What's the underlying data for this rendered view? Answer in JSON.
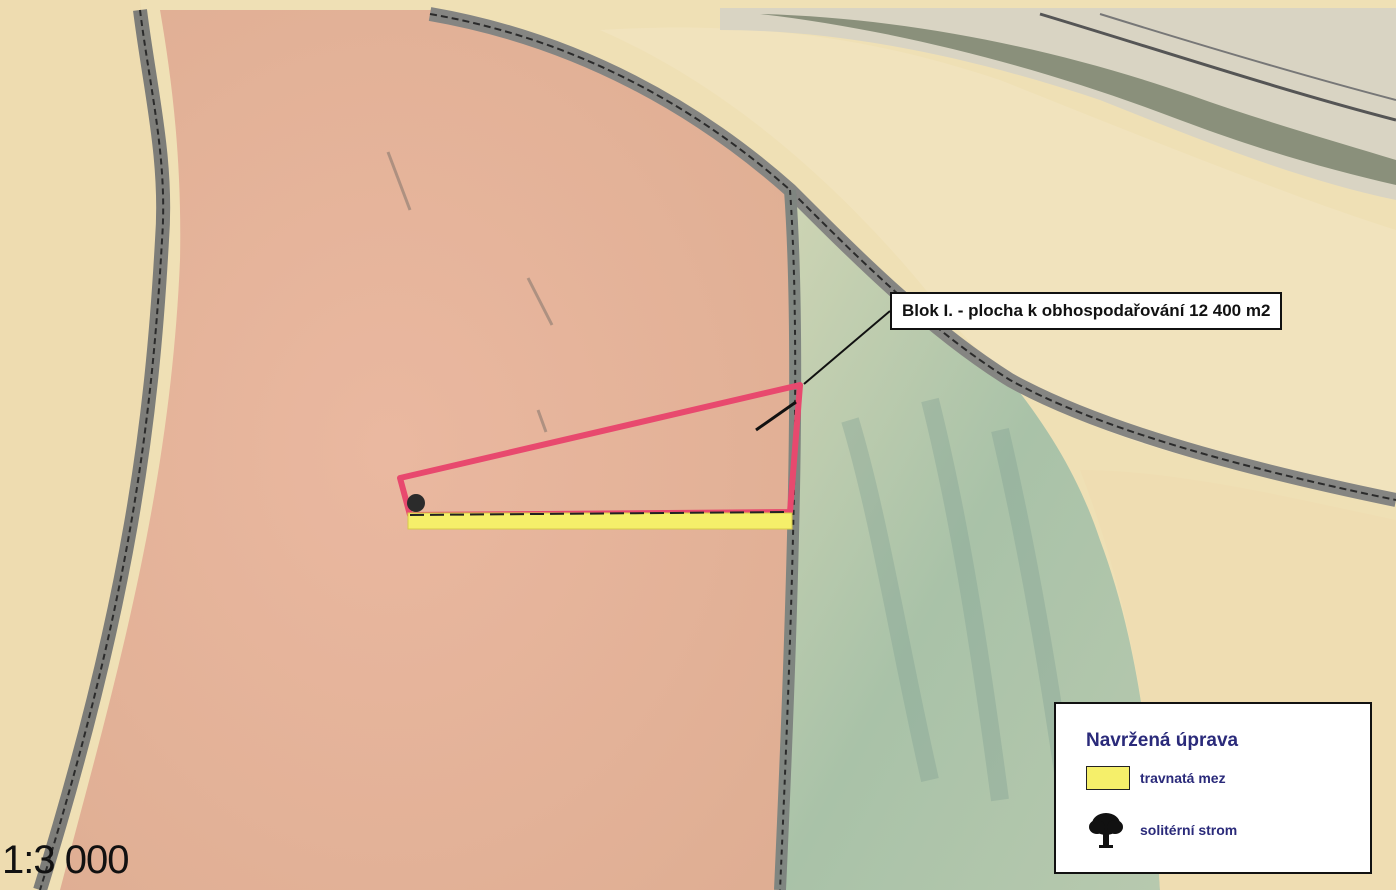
{
  "map": {
    "scale_text": "1:3 000",
    "callout": {
      "text": "Blok I. - plocha k obhospodařování 12 400 m2"
    },
    "legend": {
      "title": "Navržená úprava",
      "items": [
        {
          "label": "travnatá mez",
          "icon": "yellow-swatch",
          "color": "#f5ef6a"
        },
        {
          "label": "solitérní strom",
          "icon": "tree-icon",
          "color": "#111111"
        }
      ]
    },
    "colors": {
      "field_pink": "#e8b29a",
      "field_cream": "#f0dfb4",
      "meadow_green": "#b9c9a8",
      "road": "#8a8a86",
      "block_outline": "#e8496e",
      "grass_strip": "#f5ef6a"
    }
  }
}
